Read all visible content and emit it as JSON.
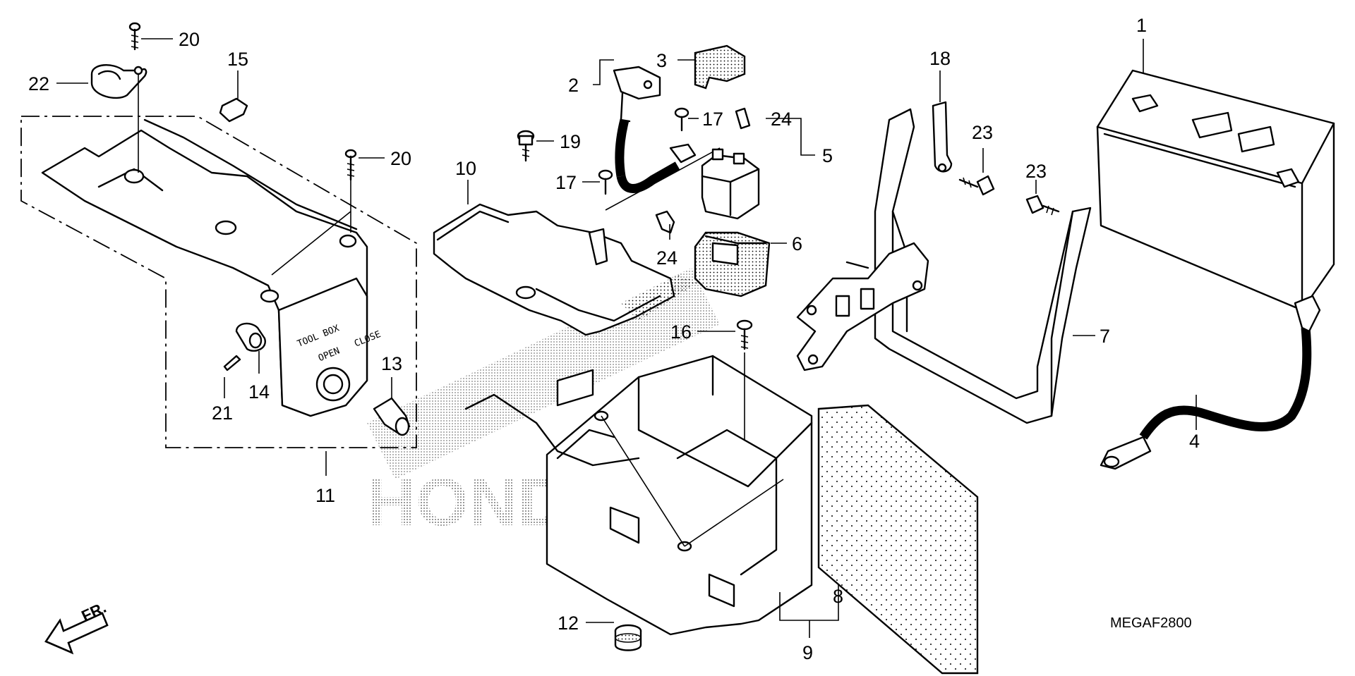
{
  "diagram": {
    "code": "MEGAF2800",
    "front_mark": "FR.",
    "toolbox_texts": [
      "TOOL BOX",
      "OPEN",
      "CLOSE"
    ],
    "watermark": "HONDA",
    "labels": [
      {
        "id": "1",
        "text": "1"
      },
      {
        "id": "2",
        "text": "2"
      },
      {
        "id": "3",
        "text": "3"
      },
      {
        "id": "4",
        "text": "4"
      },
      {
        "id": "5",
        "text": "5"
      },
      {
        "id": "6",
        "text": "6"
      },
      {
        "id": "7",
        "text": "7"
      },
      {
        "id": "8",
        "text": "8"
      },
      {
        "id": "9",
        "text": "9"
      },
      {
        "id": "10",
        "text": "10"
      },
      {
        "id": "11",
        "text": "11"
      },
      {
        "id": "12",
        "text": "12"
      },
      {
        "id": "13",
        "text": "13"
      },
      {
        "id": "14",
        "text": "14"
      },
      {
        "id": "15",
        "text": "15"
      },
      {
        "id": "16",
        "text": "16"
      },
      {
        "id": "17a",
        "text": "17"
      },
      {
        "id": "17b",
        "text": "17"
      },
      {
        "id": "18",
        "text": "18"
      },
      {
        "id": "19",
        "text": "19"
      },
      {
        "id": "20a",
        "text": "20"
      },
      {
        "id": "20b",
        "text": "20"
      },
      {
        "id": "21",
        "text": "21"
      },
      {
        "id": "22",
        "text": "22"
      },
      {
        "id": "23a",
        "text": "23"
      },
      {
        "id": "23b",
        "text": "23"
      },
      {
        "id": "24a",
        "text": "24"
      },
      {
        "id": "24b",
        "text": "24"
      }
    ]
  }
}
